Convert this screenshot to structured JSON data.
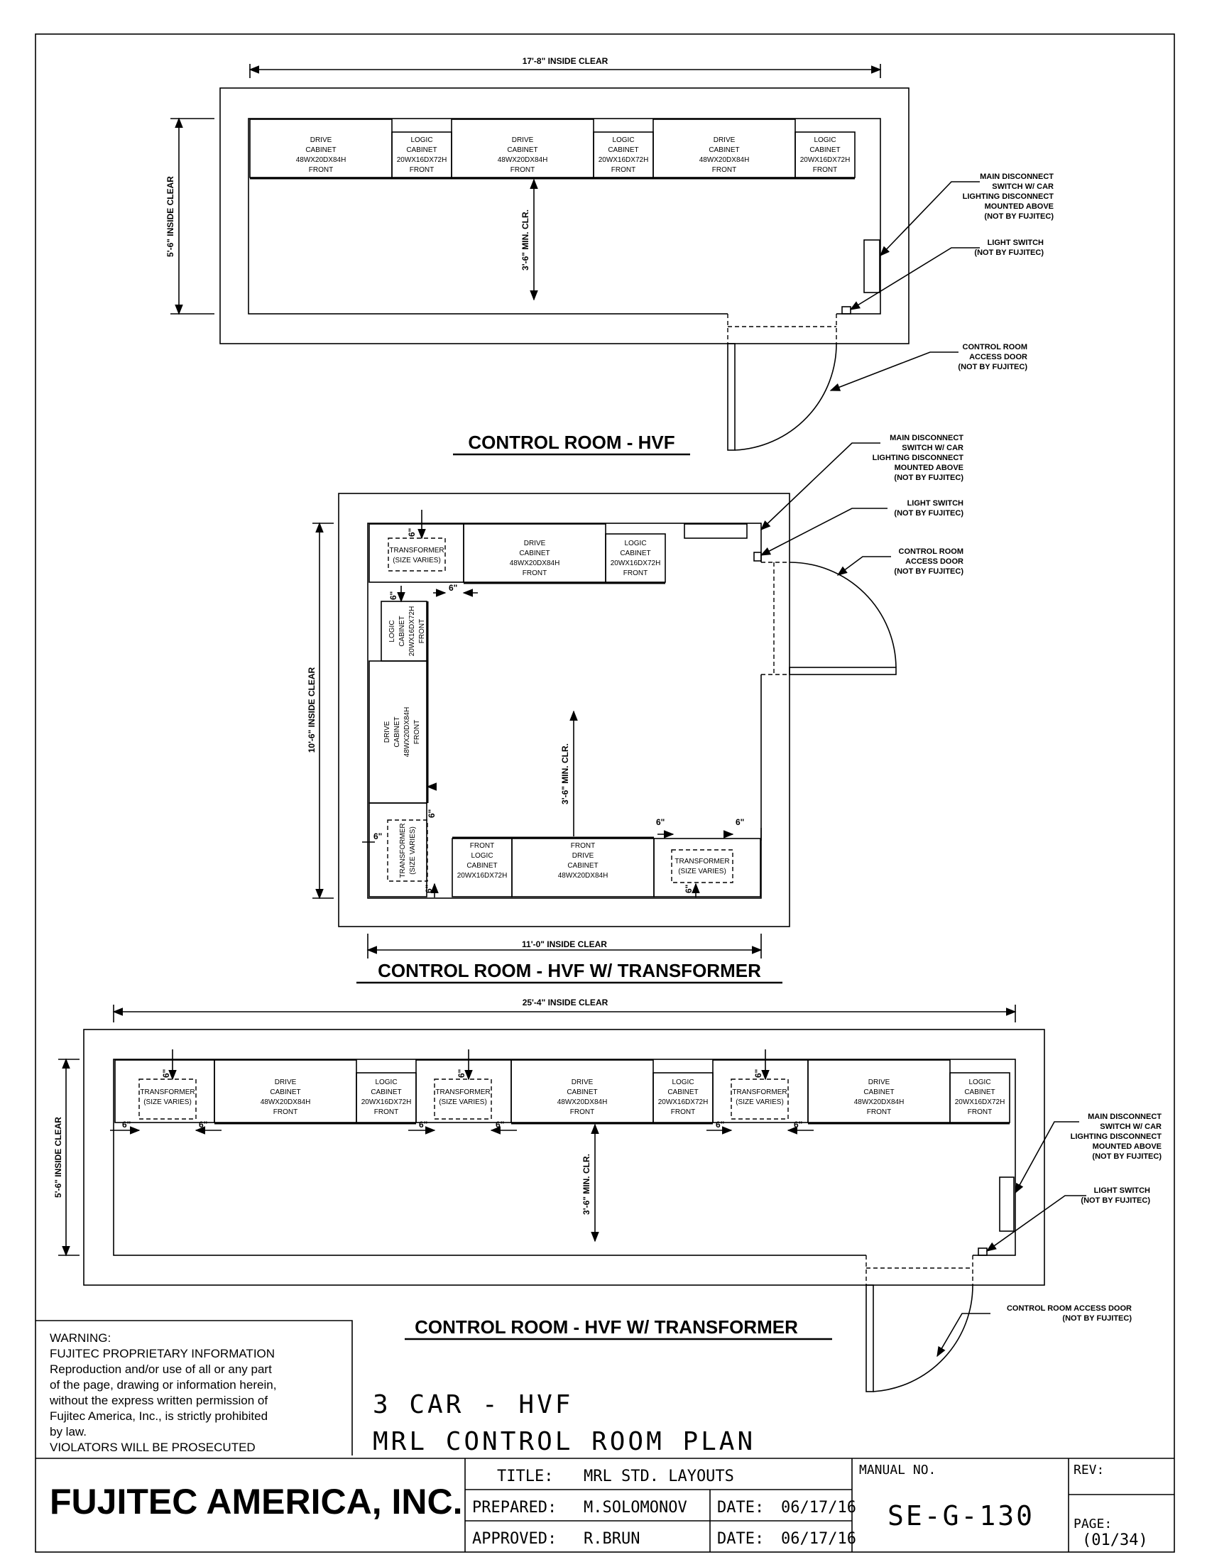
{
  "cabinet": {
    "drive": [
      "DRIVE",
      "CABINET",
      "48WX20DX84H",
      "FRONT"
    ],
    "logic": [
      "LOGIC",
      "CABINET",
      "20WX16DX72H",
      "FRONT"
    ],
    "transformer": [
      "TRANSFORMER",
      "(SIZE VARIES)"
    ],
    "front": "FRONT"
  },
  "notes": {
    "main_disconnect": [
      "MAIN DISCONNECT",
      "SWITCH W/ CAR",
      "LIGHTING DISCONNECT",
      "MOUNTED ABOVE",
      "(NOT BY FUJITEC)"
    ],
    "light_switch": [
      "LIGHT SWITCH",
      "(NOT BY FUJITEC)"
    ],
    "access_door": [
      "CONTROL ROOM",
      "ACCESS DOOR",
      "(NOT BY FUJITEC)"
    ],
    "access_door_oneline": [
      "CONTROL ROOM ACCESS DOOR",
      "(NOT BY FUJITEC)"
    ]
  },
  "dims": {
    "p1_width": "17'-8\" INSIDE CLEAR",
    "p1_height": "5'-6\" INSIDE CLEAR",
    "p1_clear": "3'-6\" MIN. CLR.",
    "p2_width": "11'-0\" INSIDE CLEAR",
    "p2_height": "10'-6\" INSIDE CLEAR",
    "p2_clear": "3'-6\" MIN. CLR.",
    "p3_width": "25'-4\" INSIDE CLEAR",
    "p3_height": "5'-6\" INSIDE CLEAR",
    "p3_clear": "3'-6\" MIN. CLR.",
    "six_inch": "6\""
  },
  "titles": {
    "plan1": "CONTROL ROOM - HVF",
    "plan2": "CONTROL ROOM - HVF W/ TRANSFORMER",
    "plan3": "CONTROL ROOM - HVF W/ TRANSFORMER"
  },
  "warning": [
    "WARNING:",
    "FUJITEC PROPRIETARY INFORMATION",
    "Reproduction and/or use of all or any part",
    "of the page, drawing or information herein,",
    "without the express written permission of",
    "Fujitec America, Inc., is strictly prohibited",
    "by law.",
    "VIOLATORS WILL BE PROSECUTED"
  ],
  "drawing_title": [
    "3 CAR - HVF",
    "MRL CONTROL ROOM PLAN"
  ],
  "title_block": {
    "company": "FUJITEC AMERICA, INC.",
    "title_label": "TITLE:",
    "title_value": "MRL STD. LAYOUTS",
    "prepared_label": "PREPARED:",
    "prepared_value": "M.SOLOMONOV",
    "approved_label": "APPROVED:",
    "approved_value": "R.BRUN",
    "date_label": "DATE:",
    "prepared_date": "06/17/16",
    "approved_date": "06/17/16",
    "manual_label": "MANUAL NO.",
    "manual_value": "SE-G-130",
    "rev_label": "REV:",
    "page_label": "PAGE:",
    "page_value": "(01/34)"
  }
}
